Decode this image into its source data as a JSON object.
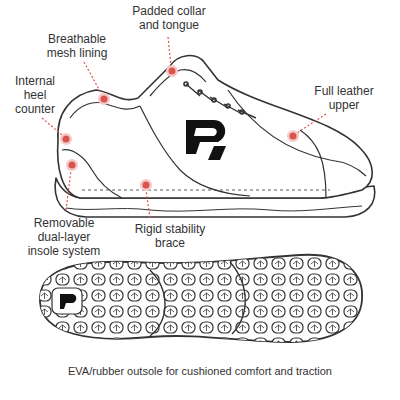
{
  "diagram": {
    "labels": [
      "Breathable mesh lining",
      "Padded collar and tongue",
      "Internal heel counter",
      "Full leather upper",
      "Removable dual-layer insole system",
      "Rigid stability brace",
      "EVA/rubber outsole for cushioned comfort and traction"
    ]
  }
}
